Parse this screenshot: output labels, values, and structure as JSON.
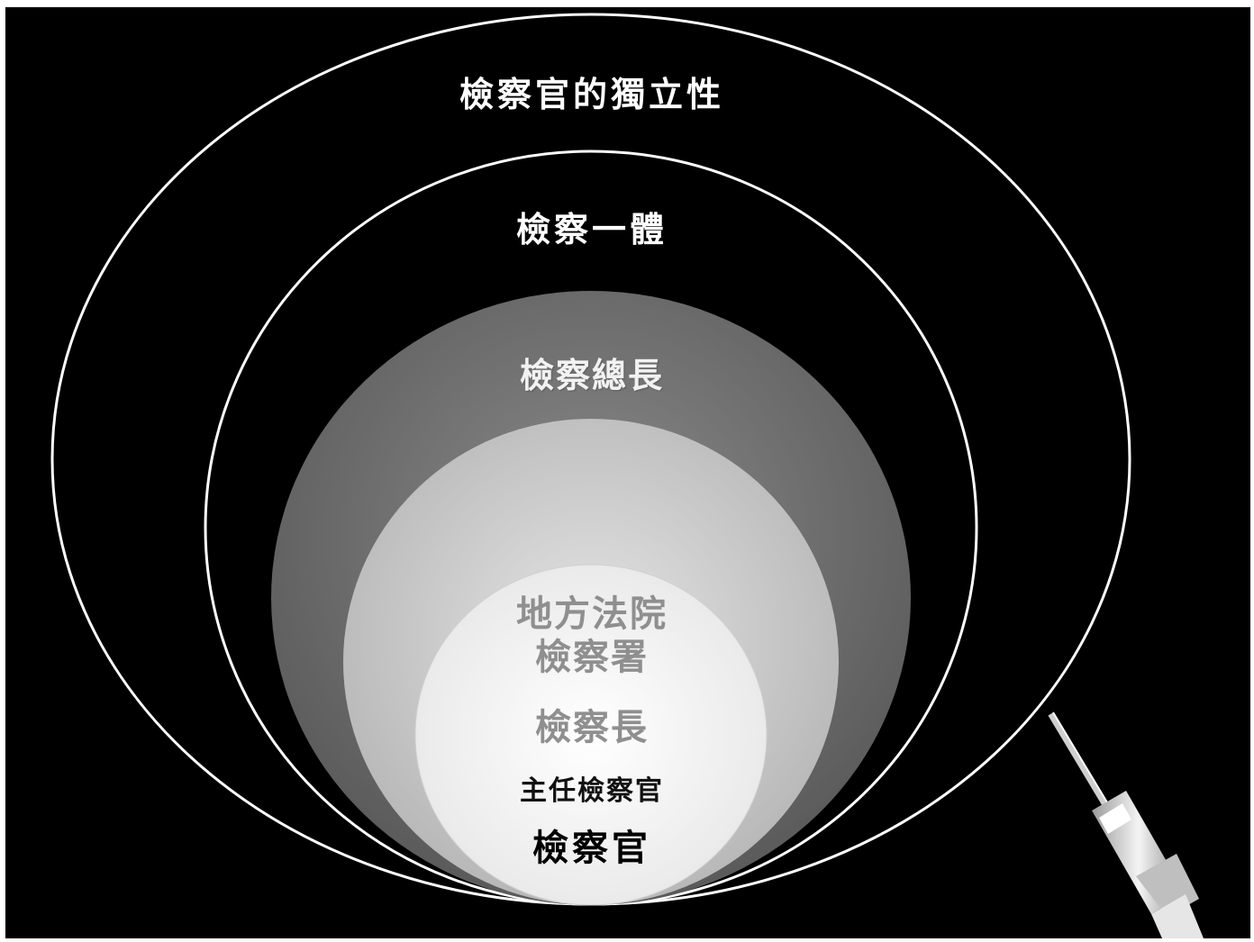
{
  "diagram": {
    "layers": [
      {
        "id": "outer",
        "label": "檢察官的獨立性",
        "fill": "#000000",
        "stroke": "#ffffff"
      },
      {
        "id": "unity",
        "label": "檢察一體",
        "fill": "#000000",
        "stroke": "#ffffff"
      },
      {
        "id": "general",
        "label": "檢察總長",
        "fill": "#6e6e6e"
      },
      {
        "id": "office",
        "label_line1": "地方法院",
        "label_line2": "檢察署",
        "fill": "#c8c8c8"
      },
      {
        "id": "chief",
        "label": "檢察長",
        "fill": "#d8d8d8"
      },
      {
        "id": "lead",
        "label": "主任檢察官",
        "fill": "#f0f0f0"
      },
      {
        "id": "prosecutor",
        "label": "檢察官",
        "fill": "#f8f8f8"
      }
    ],
    "background": "#000000",
    "decoration": "pen-icon"
  }
}
